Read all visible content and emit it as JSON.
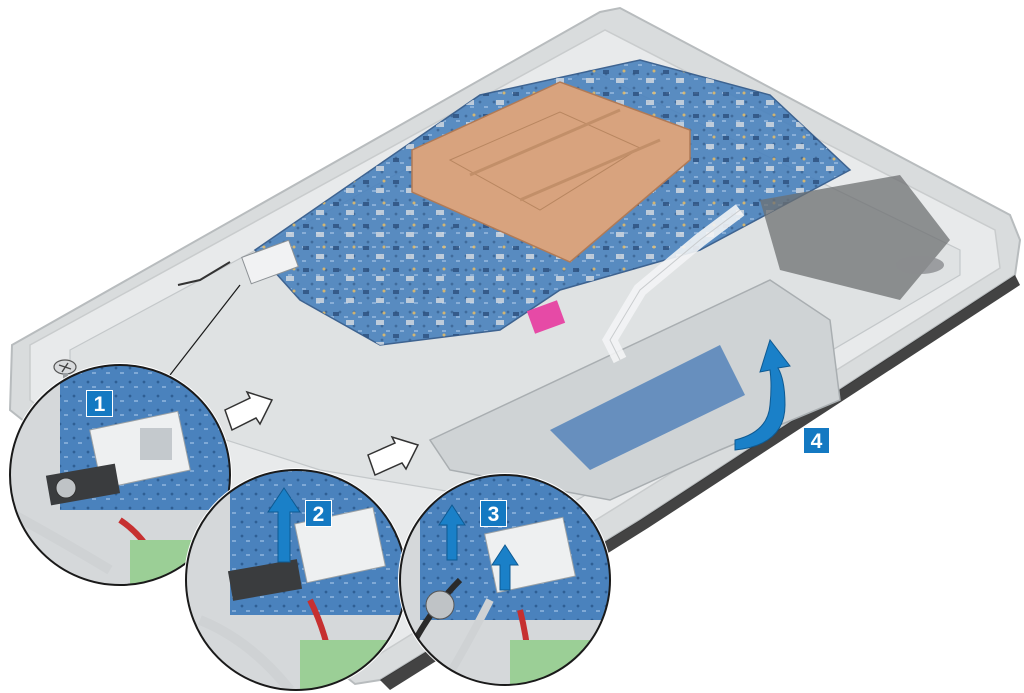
{
  "colors": {
    "badge": "#1479c2",
    "arrow_blue": "#1a80c8",
    "board_blue": "#3f78b6",
    "copper": "#d6a07a",
    "pink_label": "#e64aa6",
    "chassis": "#e3e5e6"
  },
  "steps": [
    {
      "number": "1",
      "action": "remove-screw"
    },
    {
      "number": "2",
      "action": "lift-bracket"
    },
    {
      "number": "3",
      "action": "disconnect-antenna-cables"
    },
    {
      "number": "4",
      "action": "lift-card"
    }
  ],
  "icons": [
    "screw-icon",
    "outline-arrow-icon",
    "blue-up-arrow-icon",
    "curved-lift-arrow-icon"
  ]
}
